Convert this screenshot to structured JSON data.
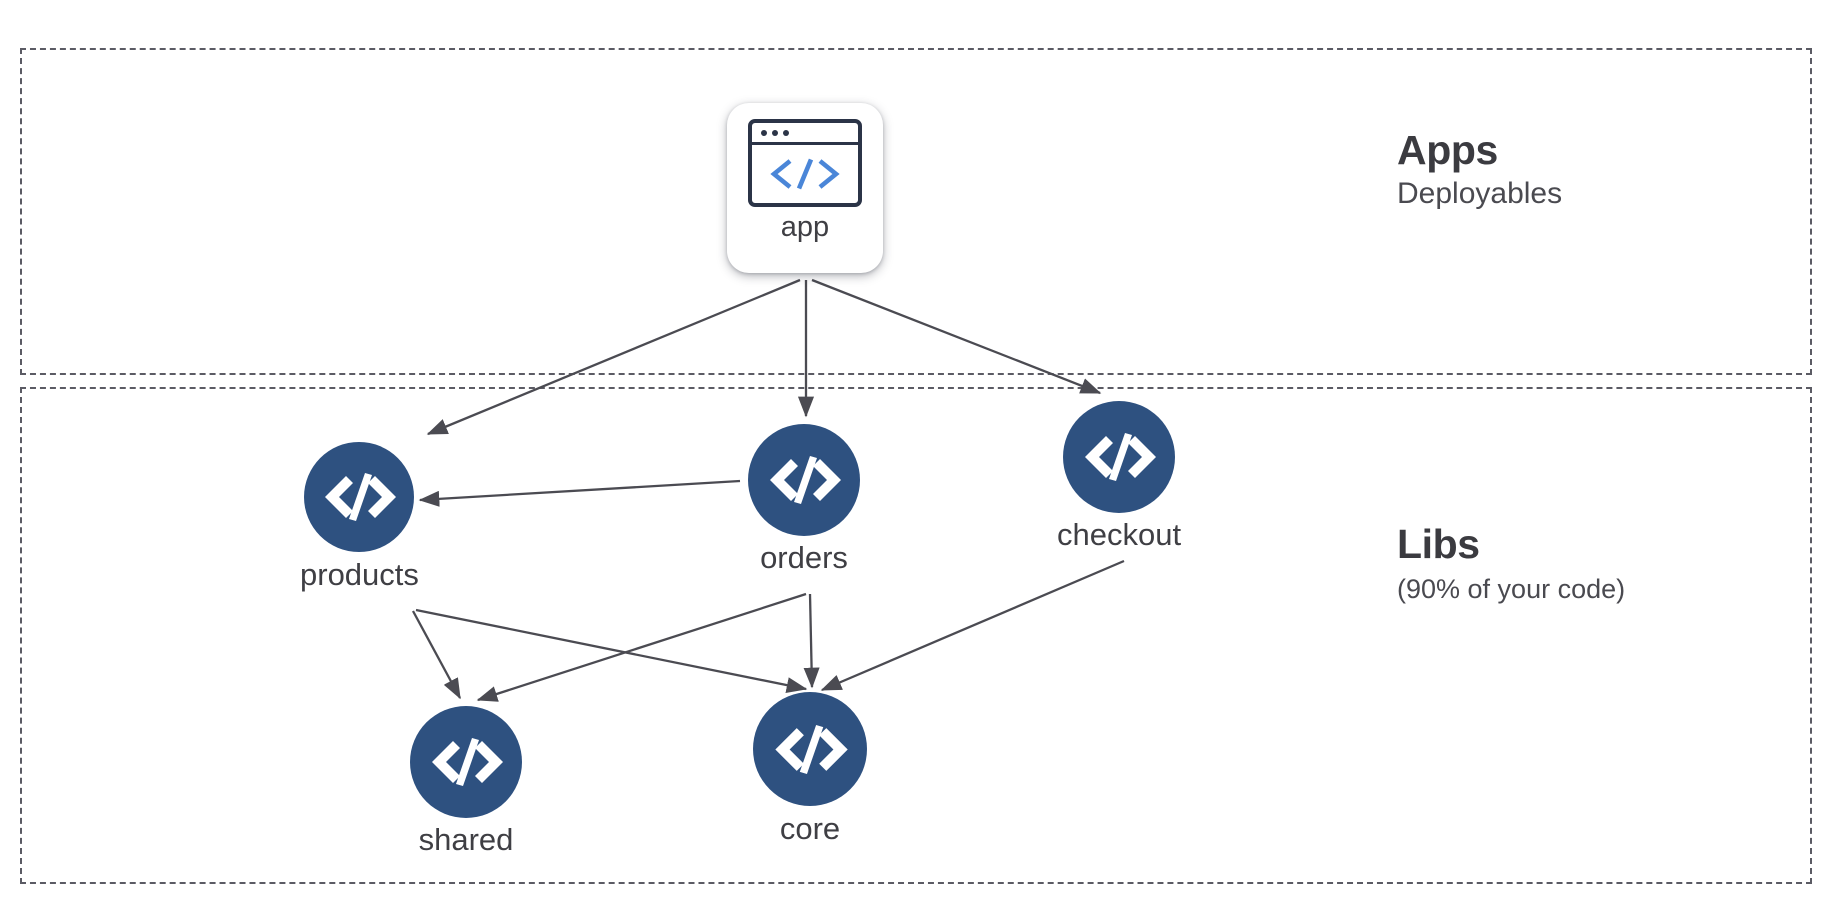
{
  "diagram": {
    "type": "dependency-graph",
    "title": "Apps and Libs dependency graph",
    "colors": {
      "lib_node_fill": "#2e5180",
      "app_icon_accent": "#4a86d8",
      "app_icon_outline": "#2b3447",
      "zone_border": "#5b5b64",
      "edge_stroke": "#4b4b52",
      "text": "#3f3f44"
    },
    "zones": [
      {
        "id": "apps",
        "title": "Apps",
        "subtitle": "Deployables"
      },
      {
        "id": "libs",
        "title": "Libs",
        "subtitle": "(90% of your code)"
      }
    ],
    "nodes": [
      {
        "id": "app",
        "label": "app",
        "zone": "apps",
        "shape": "rounded-card",
        "icon": "code-window-icon",
        "icon_glyph": "</>"
      },
      {
        "id": "products",
        "label": "products",
        "zone": "libs",
        "shape": "circle",
        "icon": "code-brackets-icon",
        "icon_glyph": "</>"
      },
      {
        "id": "orders",
        "label": "orders",
        "zone": "libs",
        "shape": "circle",
        "icon": "code-brackets-icon",
        "icon_glyph": "</>"
      },
      {
        "id": "checkout",
        "label": "checkout",
        "zone": "libs",
        "shape": "circle",
        "icon": "code-brackets-icon",
        "icon_glyph": "</>"
      },
      {
        "id": "shared",
        "label": "shared",
        "zone": "libs",
        "shape": "circle",
        "icon": "code-brackets-icon",
        "icon_glyph": "</>"
      },
      {
        "id": "core",
        "label": "core",
        "zone": "libs",
        "shape": "circle",
        "icon": "code-brackets-icon",
        "icon_glyph": "</>"
      }
    ],
    "edges": [
      {
        "from": "app",
        "to": "products"
      },
      {
        "from": "app",
        "to": "orders"
      },
      {
        "from": "app",
        "to": "checkout"
      },
      {
        "from": "orders",
        "to": "products"
      },
      {
        "from": "products",
        "to": "shared"
      },
      {
        "from": "products",
        "to": "core"
      },
      {
        "from": "orders",
        "to": "shared"
      },
      {
        "from": "orders",
        "to": "core"
      },
      {
        "from": "checkout",
        "to": "core"
      }
    ]
  }
}
